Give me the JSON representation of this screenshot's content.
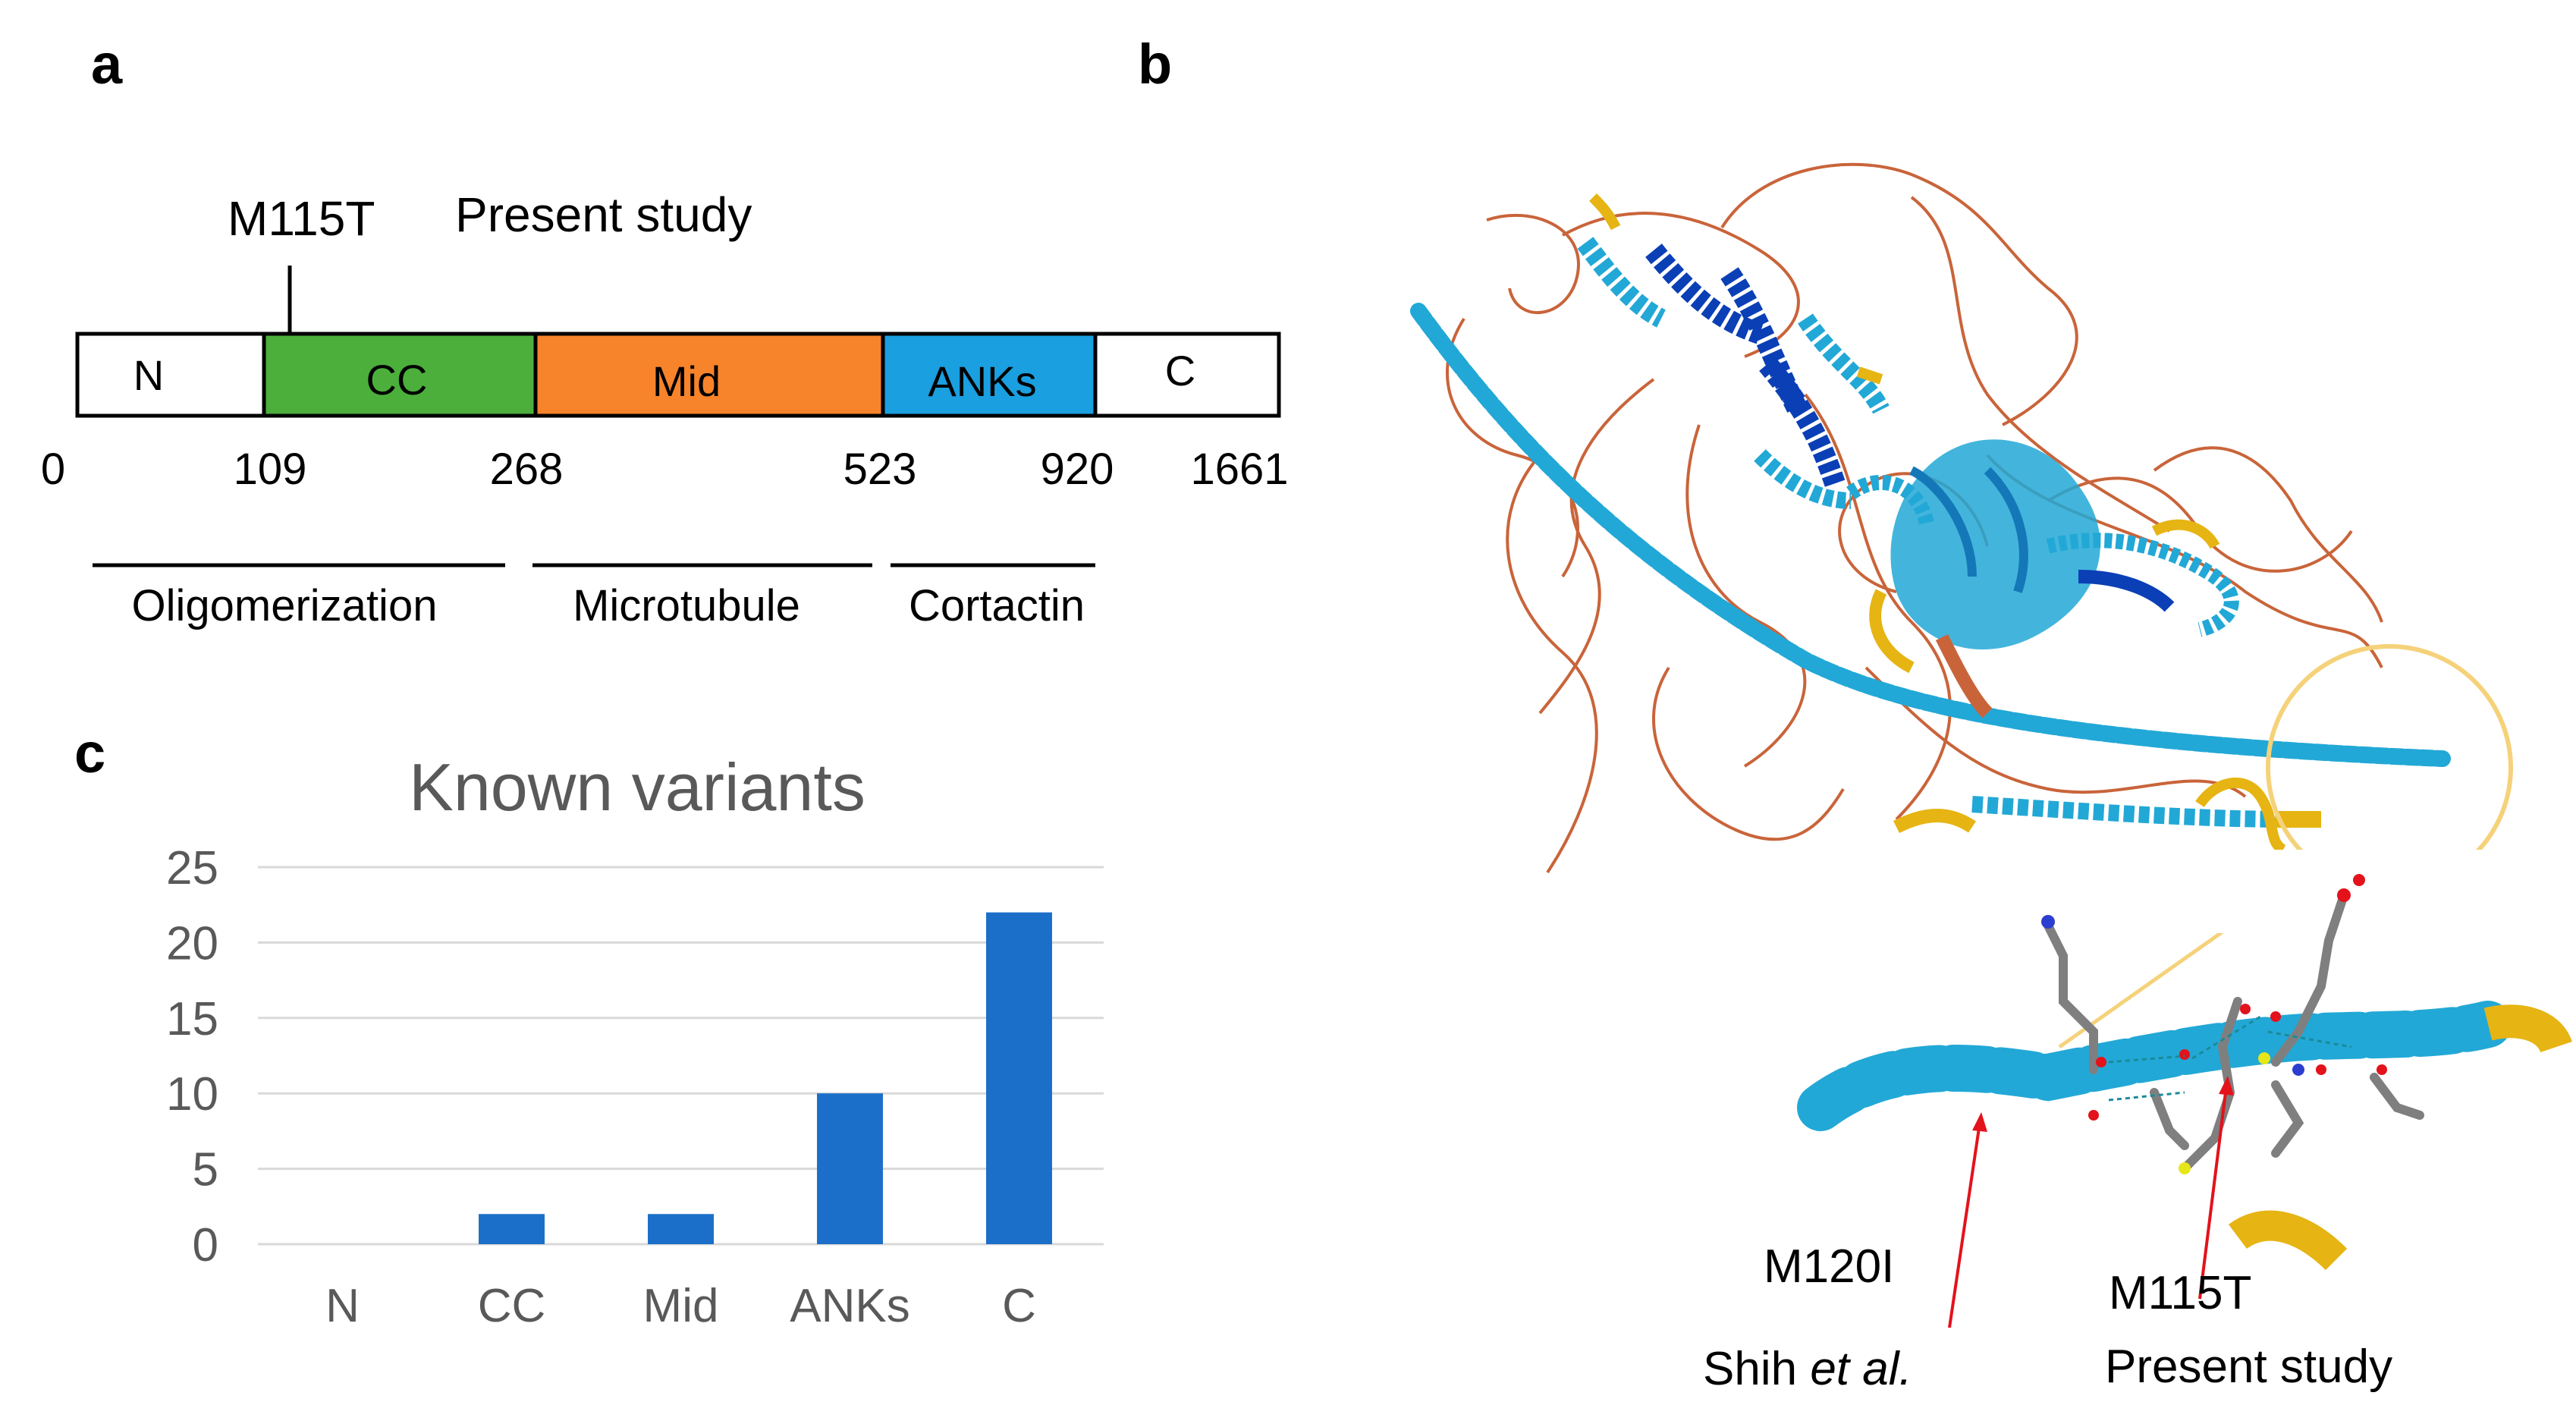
{
  "panel_labels": {
    "a": "a",
    "b": "b",
    "c": "c"
  },
  "panel_a": {
    "mutation": "M115T",
    "mutation_note": "Present study",
    "domains": [
      {
        "label": "N",
        "color": "#ffffff"
      },
      {
        "label": "CC",
        "color": "#4caf3c"
      },
      {
        "label": "Mid",
        "color": "#f7832a"
      },
      {
        "label": "ANKs",
        "color": "#1a9fe0"
      },
      {
        "label": "C",
        "color": "#ffffff"
      }
    ],
    "positions": [
      "0",
      "109",
      "268",
      "523",
      "920",
      "1661"
    ],
    "regions": [
      "Oligomerization",
      "Microtubule",
      "Cortactin"
    ]
  },
  "panel_b": {
    "mutation_1": "M120I",
    "source_1_prefix": "Shih ",
    "source_1_italic": "et al.",
    "mutation_2": "M115T",
    "source_2": "Present study",
    "colors": {
      "very_high": "#0b3fb6",
      "confident": "#22a8d6",
      "low": "#e6b413",
      "very_low": "#c9643a",
      "highlight_circle": "#f5d27a",
      "arrow": "#e3121b"
    }
  },
  "chart_data": {
    "type": "bar",
    "title": "Known variants",
    "categories": [
      "N",
      "CC",
      "Mid",
      "ANKs",
      "C"
    ],
    "values": [
      0,
      2,
      2,
      10,
      22
    ],
    "ylim": [
      0,
      25
    ],
    "yticks": [
      "0",
      "5",
      "10",
      "15",
      "20",
      "25"
    ],
    "grid": true,
    "bar_color": "#1c6fc9",
    "xlabel": "",
    "ylabel": ""
  }
}
